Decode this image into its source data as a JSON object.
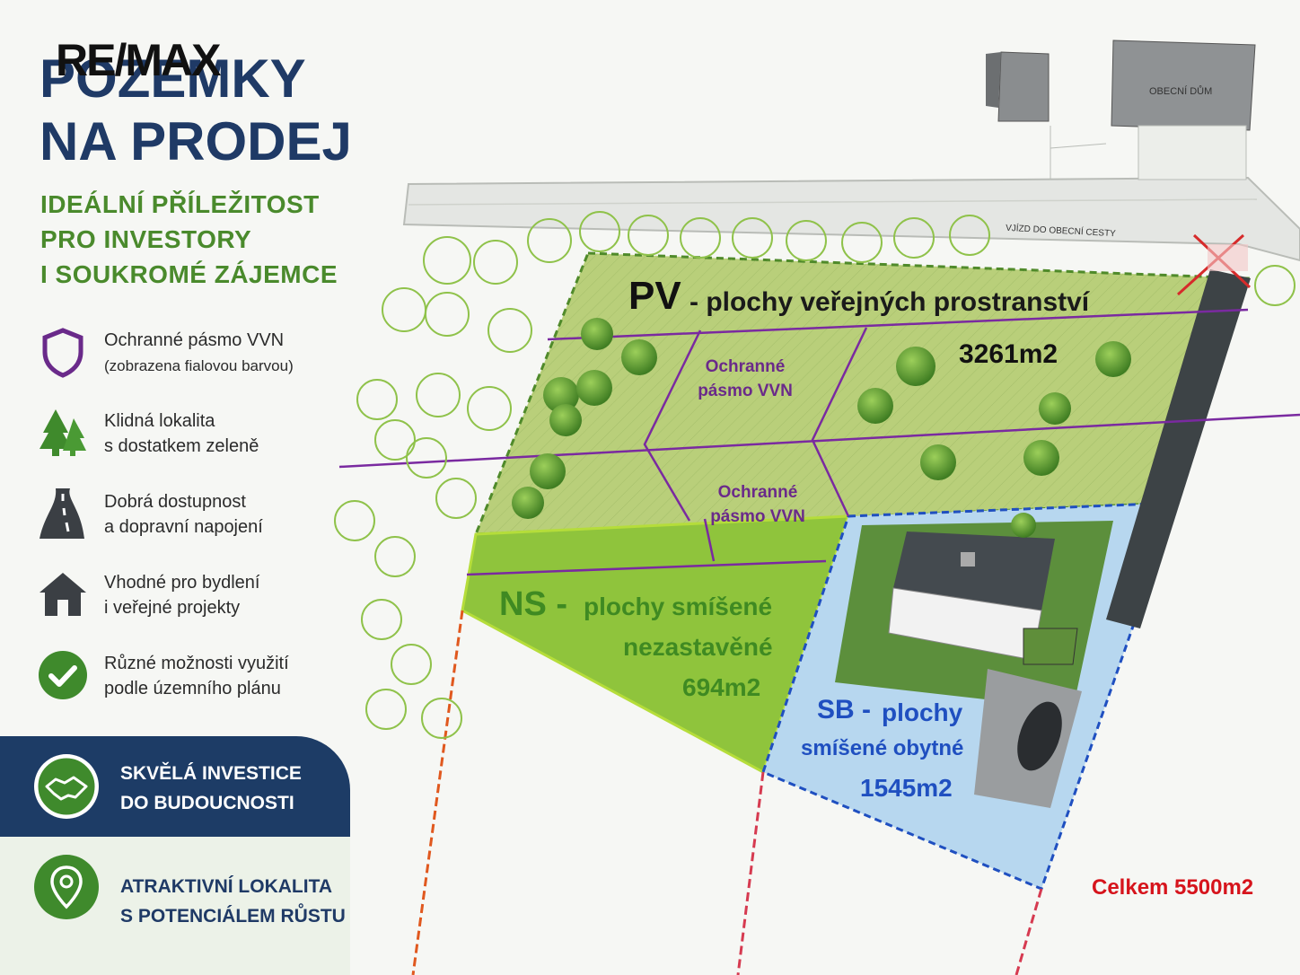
{
  "brand": {
    "logo": "RE/MAX"
  },
  "header": {
    "title_line1": "POZEMKY",
    "title_line2": "NA PRODEJ",
    "subtitle_line1": "IDEÁLNÍ PŘÍLEŽITOST",
    "subtitle_line2": "PRO INVESTORY",
    "subtitle_line3": "I SOUKROMÉ ZÁJEMCE"
  },
  "features": [
    {
      "icon": "shield-icon",
      "line1": "Ochranné pásmo VVN",
      "line2": "(zobrazena fialovou barvou)"
    },
    {
      "icon": "trees-icon",
      "line1": "Klidná lokalita",
      "line2": "s dostatkem zeleně"
    },
    {
      "icon": "road-icon",
      "line1": "Dobrá dostupnost",
      "line2": "a dopravní napojení"
    },
    {
      "icon": "house-icon",
      "line1": "Vhodné pro bydlení",
      "line2": "i veřejné projekty"
    },
    {
      "icon": "check-icon",
      "line1": "Různé možnosti využití",
      "line2": "podle územního plánu"
    }
  ],
  "banners": [
    {
      "icon": "handshake-icon",
      "line1": "SKVĚLÁ INVESTICE",
      "line2": "DO BUDOUCNOSTI"
    },
    {
      "icon": "location-pin-icon",
      "line1": "ATRAKTIVNÍ LOKALITA",
      "line2": "S POTENCIÁLEM RŮSTU"
    }
  ],
  "map": {
    "obecni_dum": "OBECNÍ DŮM",
    "vjizd": "VJÍZD DO OBECNÍ CESTY",
    "pv": {
      "code": "PV",
      "text": "- plochy veřejných prostranství",
      "area": "3261m2"
    },
    "vvn_zone": {
      "line1": "Ochranné",
      "line2": "pásmo VVN"
    },
    "ns": {
      "code": "NS -",
      "line1": "plochy smíšené",
      "line2": "nezastavěné",
      "area": "694m2"
    },
    "sb": {
      "code": "SB -",
      "line1": "plochy",
      "line2": "smíšené obytné",
      "area": "1545m2"
    },
    "total": "Celkem 5500m2"
  },
  "colors": {
    "navy": "#1f3a66",
    "green": "#4a8a2c",
    "vvn_purple": "#7a2aa0",
    "sb_blue": "#1f4fc0",
    "total_red": "#d6141c"
  }
}
